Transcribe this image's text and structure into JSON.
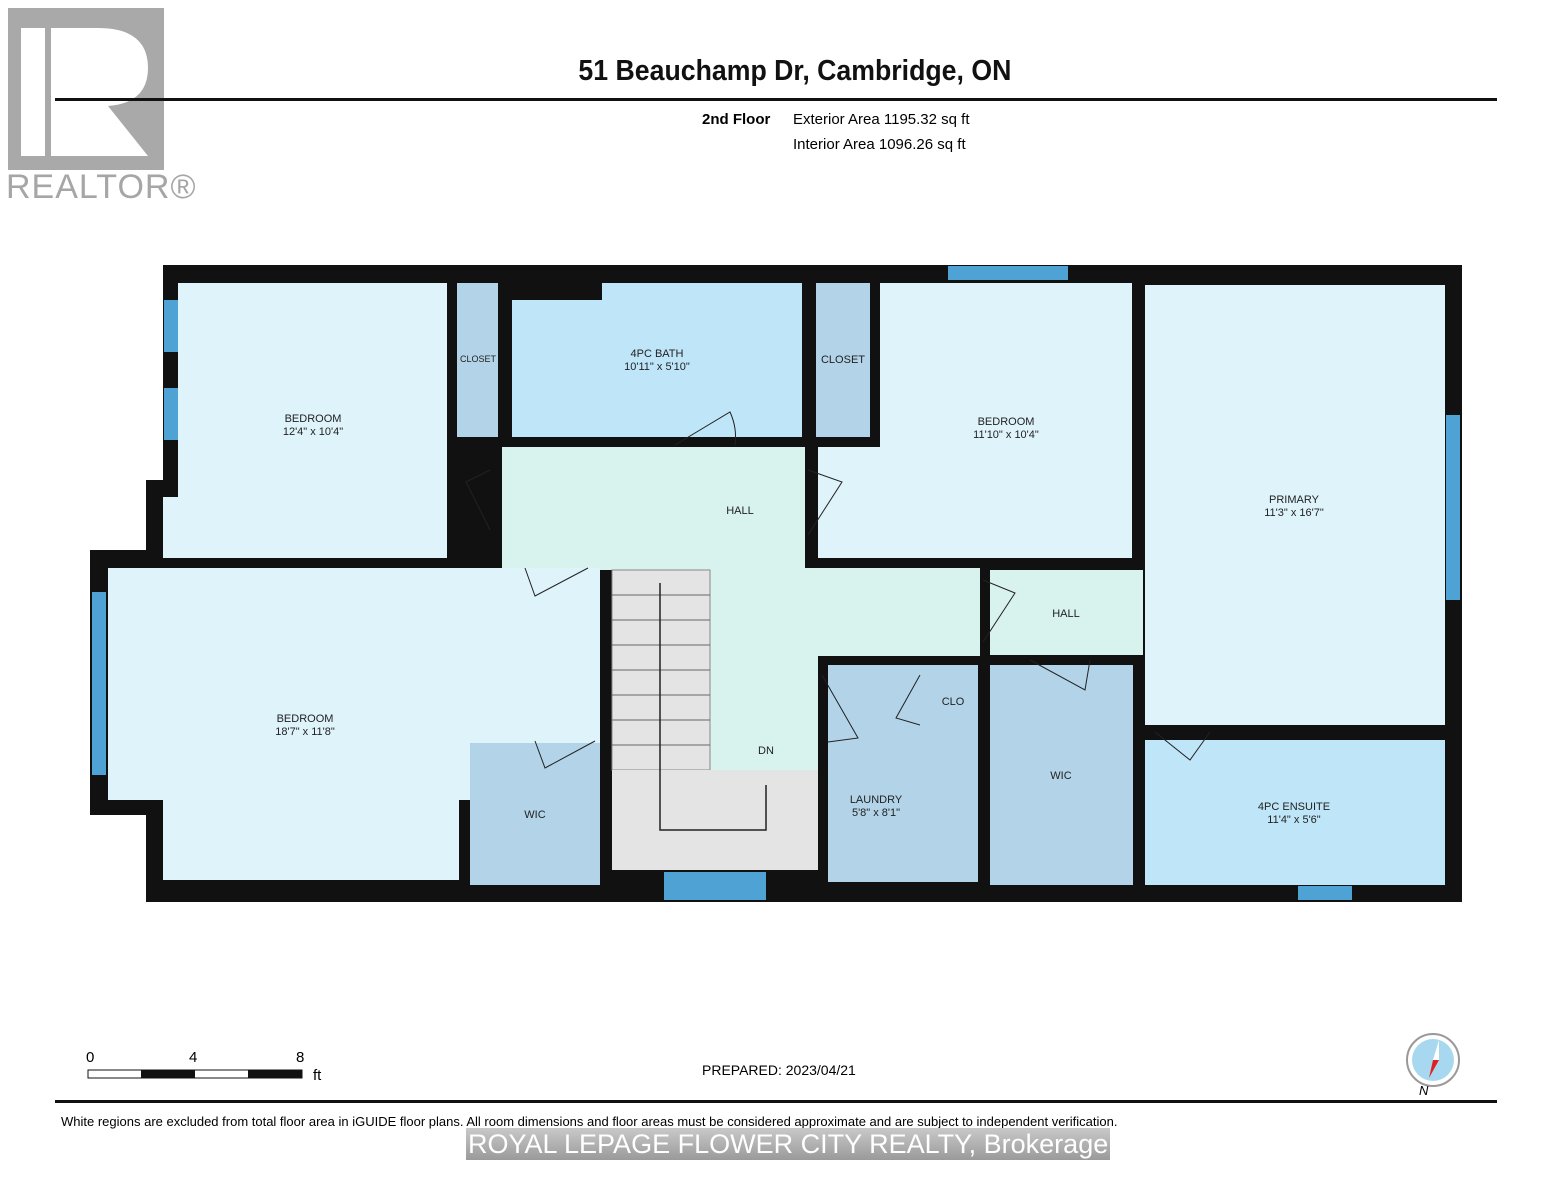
{
  "header": {
    "title": "51 Beauchamp Dr, Cambridge, ON",
    "floor": "2nd Floor",
    "exterior_area": "Exterior Area 1195.32 sq ft",
    "interior_area": "Interior Area 1096.26 sq ft"
  },
  "logo": {
    "text": "REALTOR®"
  },
  "rooms": [
    {
      "name": "BEDROOM",
      "dims": "12'4\" x 10'4\""
    },
    {
      "name": "CLOSET",
      "dims": ""
    },
    {
      "name": "4PC BATH",
      "dims": "10'11\" x 5'10\""
    },
    {
      "name": "CLOSET",
      "dims": ""
    },
    {
      "name": "BEDROOM",
      "dims": "11'10\" x 10'4\""
    },
    {
      "name": "PRIMARY",
      "dims": "11'3\" x 16'7\""
    },
    {
      "name": "HALL",
      "dims": ""
    },
    {
      "name": "HALL",
      "dims": ""
    },
    {
      "name": "BEDROOM",
      "dims": "18'7\" x 11'8\""
    },
    {
      "name": "WIC",
      "dims": ""
    },
    {
      "name": "DN",
      "dims": ""
    },
    {
      "name": "LAUNDRY",
      "dims": "5'8\" x 8'1\""
    },
    {
      "name": "CLO",
      "dims": ""
    },
    {
      "name": "WIC",
      "dims": ""
    },
    {
      "name": "4PC ENSUITE",
      "dims": "11'4\" x 5'6\""
    }
  ],
  "scale": {
    "ticks": [
      "0",
      "4",
      "8"
    ],
    "unit": "ft"
  },
  "prepared": "PREPARED: 2023/04/21",
  "compass": {
    "label": "N"
  },
  "disclaimer": "White regions are excluded from total floor area in iGUIDE floor plans. All room dimensions and floor areas must be considered approximate and are subject to independent verification.",
  "brokerage": "ROYAL LEPAGE FLOWER CITY REALTY, Brokerage",
  "colors": {
    "wall": "#111111",
    "bedroom": "#dff3fb",
    "bath": "#bfe5f8",
    "closet": "#b3d4e8",
    "hall": "#d8f2ee",
    "stairs": "#e4e4e4",
    "window": "#4fa3d4"
  }
}
